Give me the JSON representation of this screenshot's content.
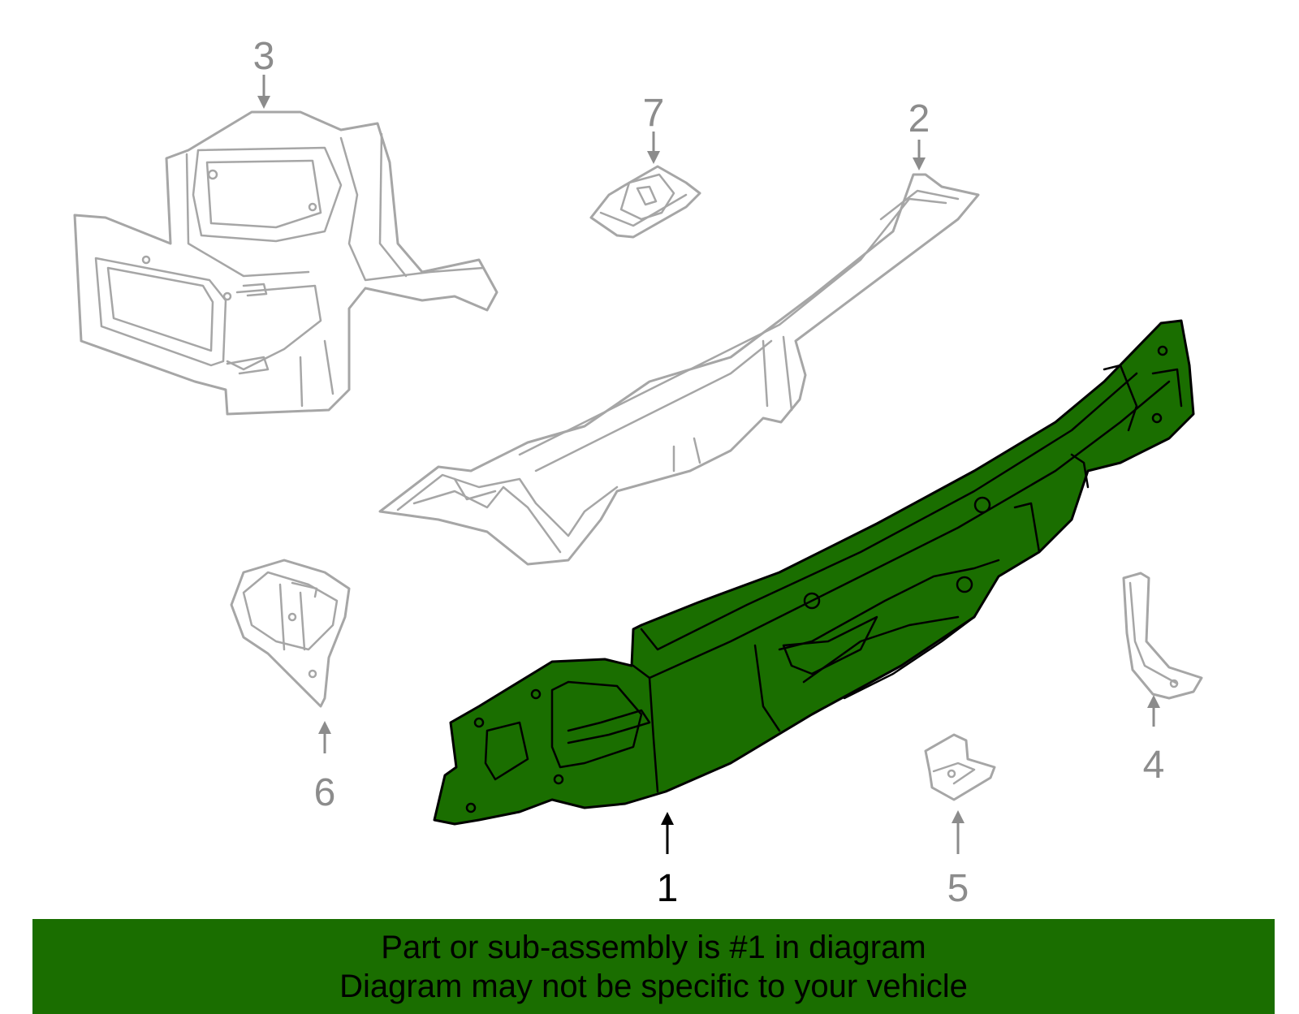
{
  "callouts": {
    "c1": "1",
    "c2": "2",
    "c3": "3",
    "c4": "4",
    "c5": "5",
    "c6": "6",
    "c7": "7"
  },
  "highlighted_part": "1",
  "colors": {
    "highlight": "#1a6e00",
    "ghost_outline": "#a6a6a6",
    "callout_grey": "#8c8c8c",
    "banner": "#1a6e00"
  },
  "banner": {
    "line1": "Part or sub-assembly is #1 in diagram",
    "line2": "Diagram may not be specific to your vehicle"
  }
}
